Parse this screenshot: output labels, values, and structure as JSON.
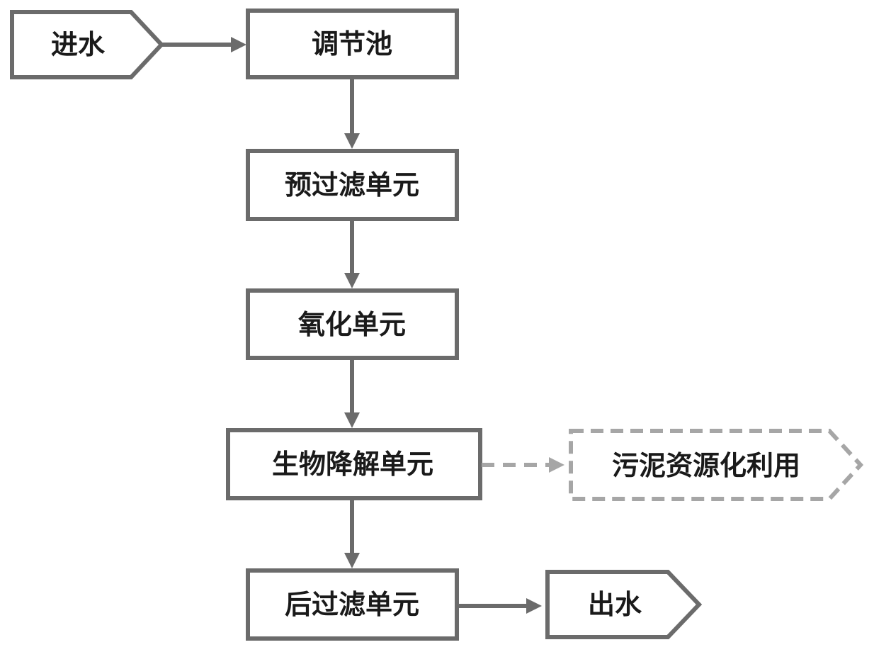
{
  "nodes": {
    "inlet": "进水",
    "equalization_tank": "调节池",
    "prefiltration_unit": "预过滤单元",
    "oxidation_unit": "氧化单元",
    "biodegradation_unit": "生物降解单元",
    "sludge_reuse": "污泥资源化利用",
    "postfiltration_unit": "后过滤单元",
    "outlet": "出水"
  },
  "colors": {
    "stroke": "#6b6b6b",
    "dashed_stroke": "#a6a6a6",
    "text": "#1a1a1a",
    "background": "#ffffff"
  }
}
